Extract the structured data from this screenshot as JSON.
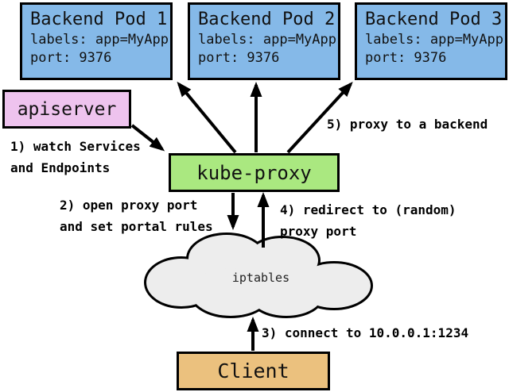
{
  "colors": {
    "pod-fill": "#85B9E8",
    "apiserver-fill": "#EEC3EE",
    "kube-proxy-fill": "#AAE880",
    "client-fill": "#EBC17E",
    "cloud-fill": "#EDEDED",
    "line": "#000000",
    "background": "#FFFFFF"
  },
  "pods": [
    {
      "title": "Backend Pod 1",
      "labels": "labels: app=MyApp",
      "port": "port: 9376"
    },
    {
      "title": "Backend Pod 2",
      "labels": "labels: app=MyApp",
      "port": "port: 9376"
    },
    {
      "title": "Backend Pod 3",
      "labels": "labels: app=MyApp",
      "port": "port: 9376"
    }
  ],
  "nodes": {
    "apiserver": "apiserver",
    "kube_proxy": "kube-proxy",
    "iptables": "iptables",
    "client": "Client"
  },
  "annotations": {
    "step1": "1) watch Services\nand Endpoints",
    "step2": "2) open proxy port\nand set portal rules",
    "step3": "3) connect to 10.0.0.1:1234",
    "step4": "4) redirect to (random)\nproxy port",
    "step5": "5) proxy to a backend"
  }
}
